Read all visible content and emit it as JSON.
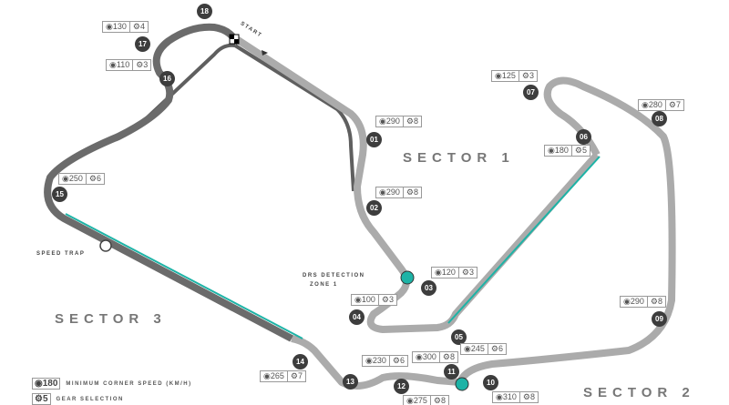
{
  "colors": {
    "track_dark": "#6b6b6b",
    "track_light": "#aaaaaa",
    "drs": "#1db3a6",
    "corner": "#3d3d3d"
  },
  "labels": {
    "start": "START",
    "drs_detection": "DRS DETECTION",
    "zone": "ZONE 1",
    "speed_trap": "SPEED TRAP"
  },
  "sectors": {
    "s1": "SECTOR 1",
    "s2": "SECTOR 2",
    "s3": "SECTOR 3"
  },
  "legend": {
    "speed_value": "180",
    "speed_label": "MINIMUM CORNER SPEED (KM/H)",
    "gear_value": "5",
    "gear_label": "GEAR SELECTION"
  },
  "corners": [
    {
      "n": "01",
      "speed": "290",
      "gear": "8"
    },
    {
      "n": "02",
      "speed": "290",
      "gear": "8"
    },
    {
      "n": "03",
      "speed": "120",
      "gear": "3"
    },
    {
      "n": "04",
      "speed": "100",
      "gear": "3"
    },
    {
      "n": "05",
      "speed": "245",
      "gear": "6"
    },
    {
      "n": "06",
      "speed": "180",
      "gear": "5"
    },
    {
      "n": "07",
      "speed": "125",
      "gear": "3"
    },
    {
      "n": "08",
      "speed": "280",
      "gear": "7"
    },
    {
      "n": "09",
      "speed": "290",
      "gear": "8"
    },
    {
      "n": "10",
      "speed": "310",
      "gear": "8"
    },
    {
      "n": "11",
      "speed": "300",
      "gear": "8"
    },
    {
      "n": "12",
      "speed": "275",
      "gear": "8"
    },
    {
      "n": "13",
      "speed": "230",
      "gear": "6"
    },
    {
      "n": "14",
      "speed": "265",
      "gear": "7"
    },
    {
      "n": "15",
      "speed": "250",
      "gear": "6"
    },
    {
      "n": "16",
      "speed": "110",
      "gear": "3"
    },
    {
      "n": "17",
      "speed": "130",
      "gear": "4"
    },
    {
      "n": "18"
    }
  ]
}
